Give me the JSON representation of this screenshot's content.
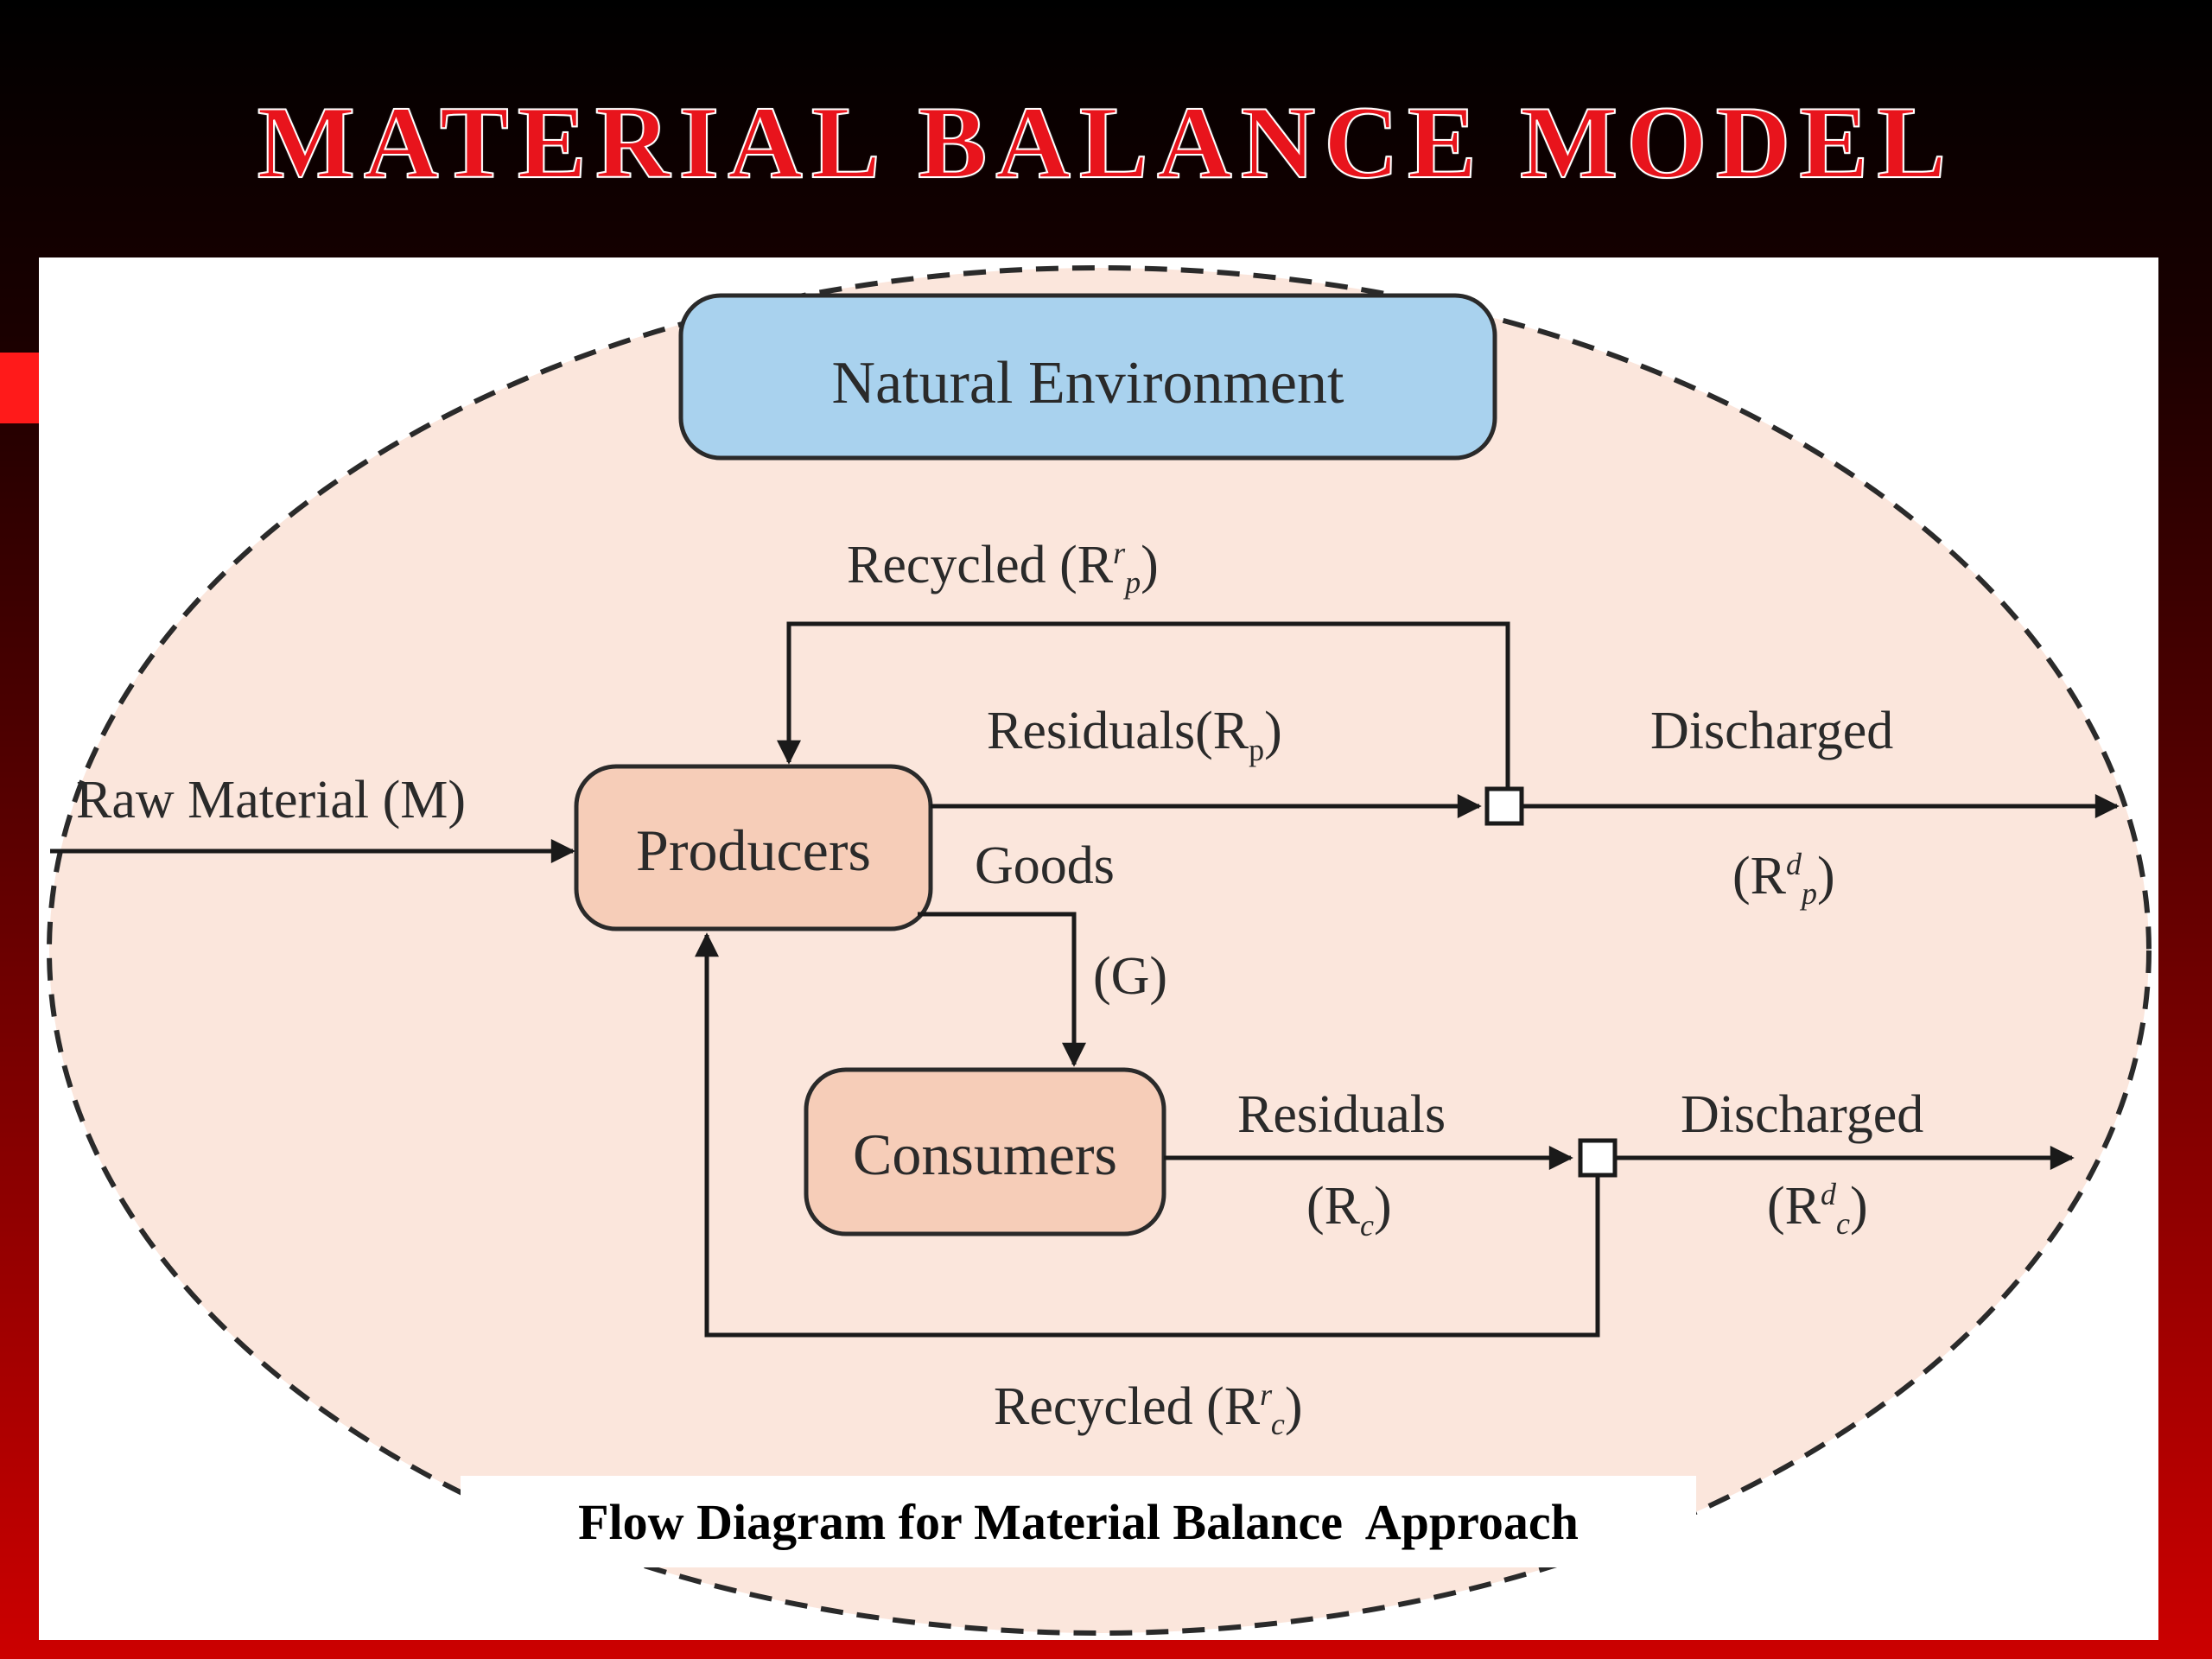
{
  "slide": {
    "title": "MATERIAL BALANCE MODEL"
  },
  "diagram": {
    "environment_label": "Natural Environment",
    "producers_label": "Producers",
    "consumers_label": "Consumers",
    "raw_material_label": "Raw Material (M)",
    "goods_label": "Goods",
    "goods_symbol": "(G)",
    "recycled_producers": {
      "prefix": "Recycled (R",
      "sup": "r",
      "sub": "p",
      "suffix": ")"
    },
    "residuals_producers": {
      "prefix": "Residuals(R",
      "sub": "p",
      "suffix": ")"
    },
    "discharged_producers_label": "Discharged",
    "discharged_producers_symbol": {
      "prefix": "(R",
      "sup": "d",
      "sub": "p",
      "suffix": ")"
    },
    "residuals_consumers_label": "Residuals",
    "residuals_consumers_symbol": {
      "prefix": "(R",
      "sub": "c",
      "suffix": ")"
    },
    "discharged_consumers_label": "Discharged",
    "discharged_consumers_symbol": {
      "prefix": "(R",
      "sup": "d",
      "sub": "c",
      "suffix": ")"
    },
    "recycled_consumers": {
      "prefix": "Recycled (R",
      "sup": "r",
      "sub": "c",
      "suffix": ")"
    },
    "caption": "Flow Diagram for Material Balance  Approach"
  },
  "colors": {
    "title_red": "#e8141c",
    "ellipse_fill": "#fbe6dc",
    "node_fill": "#f6cdb8",
    "environment_fill": "#a9d2ee"
  }
}
